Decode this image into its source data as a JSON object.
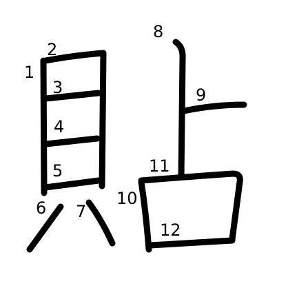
{
  "diagram": {
    "character": "貼",
    "stroke_color": "#000000",
    "background_color": "#ffffff",
    "stroke_count": 12,
    "stroke_numbers": [
      "1",
      "2",
      "3",
      "4",
      "5",
      "6",
      "7",
      "8",
      "9",
      "10",
      "11",
      "12"
    ]
  }
}
